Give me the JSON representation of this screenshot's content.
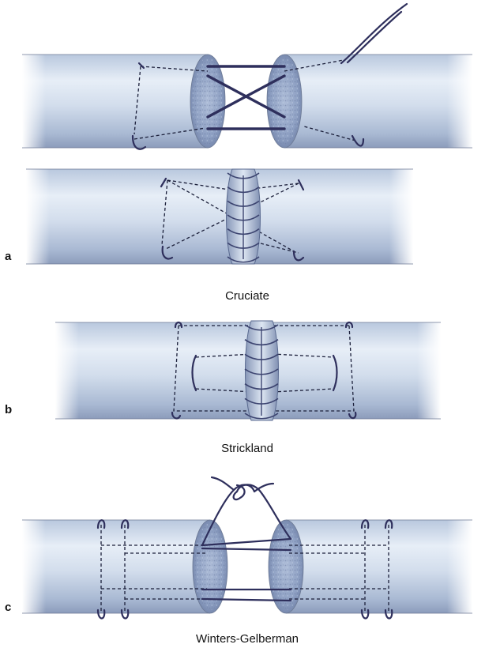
{
  "panels": [
    {
      "letter": "a",
      "caption": "Cruciate"
    },
    {
      "letter": "b",
      "caption": "Strickland"
    },
    {
      "letter": "c",
      "caption": "Winters-Gelberman"
    }
  ],
  "colors": {
    "tendon_light": "#e4ecf6",
    "tendon_mid": "#bccbe0",
    "tendon_dark": "#8595b4",
    "cut_face": "#9fb0cf",
    "suture": "#2e2f5c",
    "dashed_path": "#1b1f3a",
    "text": "#111111"
  }
}
